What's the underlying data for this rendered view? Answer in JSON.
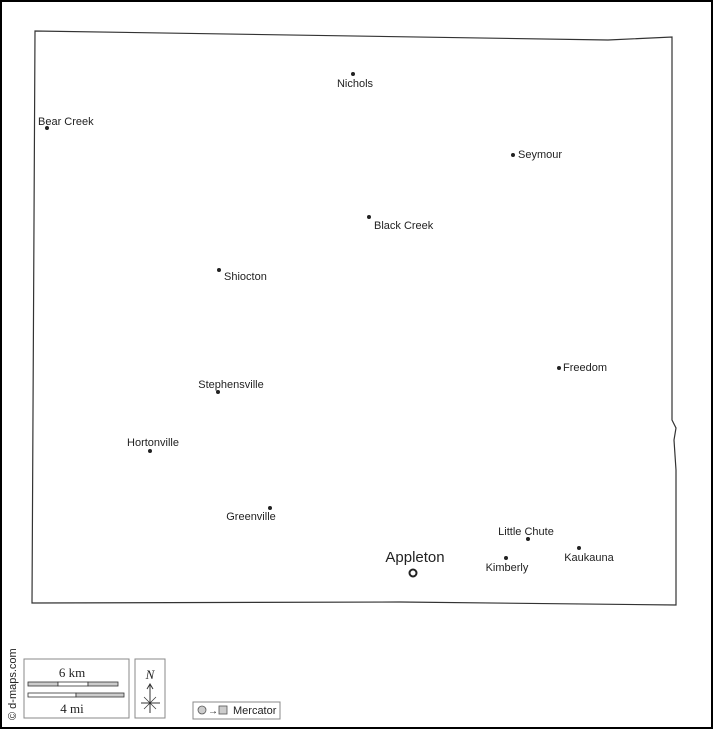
{
  "map": {
    "cities": [
      {
        "name": "Nichols"
      },
      {
        "name": "Bear Creek"
      },
      {
        "name": "Seymour"
      },
      {
        "name": "Black Creek"
      },
      {
        "name": "Shiocton"
      },
      {
        "name": "Freedom"
      },
      {
        "name": "Stephensville"
      },
      {
        "name": "Hortonville"
      },
      {
        "name": "Greenville"
      },
      {
        "name": "Appleton"
      },
      {
        "name": "Little Chute"
      },
      {
        "name": "Kimberly"
      },
      {
        "name": "Kaukauna"
      }
    ],
    "credit": "© d-maps.com",
    "scale": {
      "km_label": "6 km",
      "mi_label": "4 mi"
    },
    "north_label": "N",
    "projection_label": "Mercator"
  }
}
